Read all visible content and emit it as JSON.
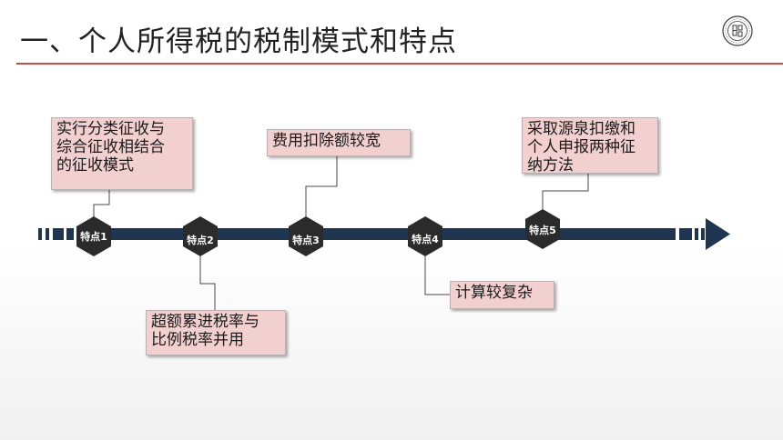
{
  "slide": {
    "title": "一、个人所得税的税制模式和特点"
  },
  "colors": {
    "accent_red": "#c0504d",
    "arrow_navy": "#1f3652",
    "node_dark": "#2b2b2b",
    "box_fill": "#f2d0cf"
  },
  "features": [
    {
      "node_label": "特点1",
      "text": "实行分类征收与\n综合征收相结合\n的征收模式"
    },
    {
      "node_label": "特点2",
      "text": "超额累进税率与\n比例税率并用"
    },
    {
      "node_label": "特点3",
      "text": "费用扣除额较宽"
    },
    {
      "node_label": "特点4",
      "text": "计算较复杂"
    },
    {
      "node_label": "特点5",
      "text": "采取源泉扣缴和\n个人申报两种征\n纳方法"
    }
  ]
}
